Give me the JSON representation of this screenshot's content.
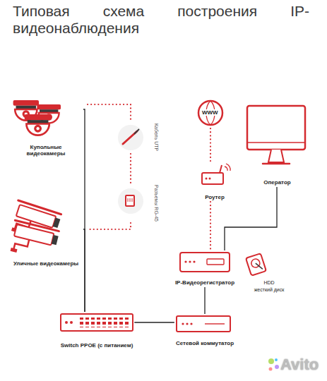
{
  "diagram": {
    "title": "Типовая схема построения IP-видеонаблюдения",
    "nodes": [
      {
        "text": [
          "Купольные видеокамеры"
        ]
      },
      {
        "text": [
          "Кабель UTP"
        ]
      },
      {
        "text": [
          "Разъемы RG-45"
        ]
      },
      {
        "text": [
          "Уличные видеокамеры"
        ]
      },
      {
        "text": [
          "Роутер"
        ]
      },
      {
        "text": [
          "Оператор"
        ]
      },
      {
        "text": [
          "IP-Видеорегистратор"
        ]
      },
      {
        "text": [
          "HDD",
          "жесткий диск"
        ]
      },
      {
        "text": [
          "Switch PPOE (с питанием)"
        ]
      },
      {
        "text": [
          "Сетевой коммутатор"
        ]
      }
    ],
    "edges": [
      {
        "from": 0,
        "to": 8,
        "arrow": "none"
      },
      {
        "from": 3,
        "to": 8,
        "arrow": "none"
      },
      {
        "from": 1,
        "to": 2,
        "arrow": "none"
      },
      {
        "from": 8,
        "to": 9,
        "arrow": "none"
      },
      {
        "from": 9,
        "to": 6,
        "arrow": "none"
      },
      {
        "from": 6,
        "to": 5,
        "arrow": "none"
      },
      {
        "from": 4,
        "to": 6,
        "arrow": "none"
      }
    ],
    "labels": [
      "WWW",
      "Avito"
    ]
  }
}
